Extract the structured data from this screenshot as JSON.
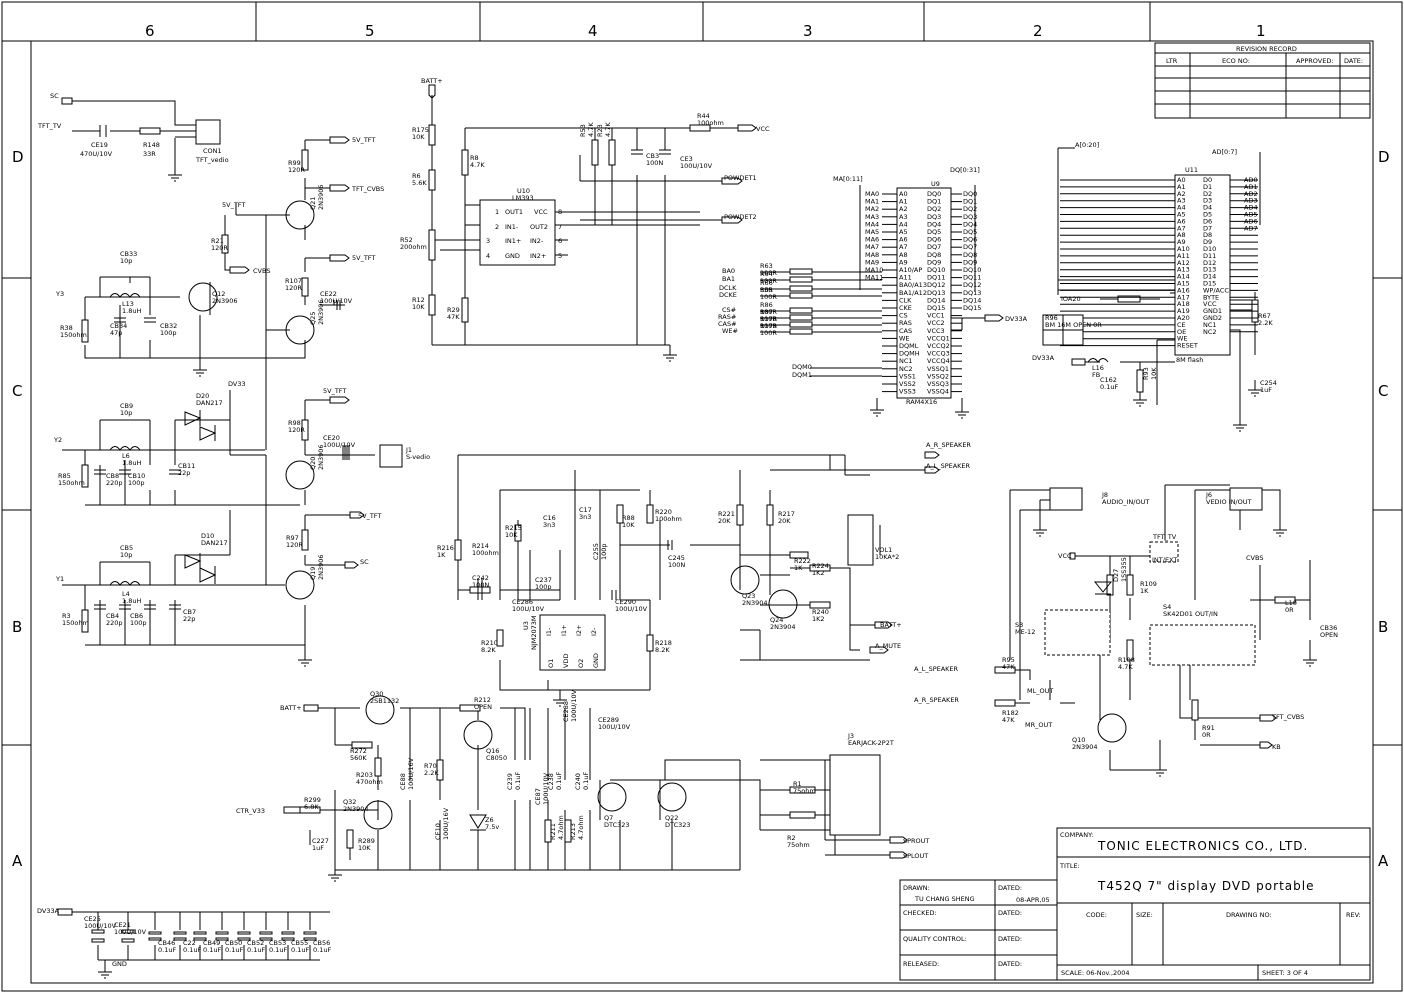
{
  "grid": {
    "columns": [
      "6",
      "5",
      "4",
      "3",
      "2",
      "1"
    ],
    "rows": [
      "D",
      "C",
      "B",
      "A"
    ]
  },
  "revision": {
    "title": "REVISION RECORD",
    "cols": [
      "LTR",
      "ECO NO:",
      "APPROVED:",
      "DATE:"
    ]
  },
  "title_block": {
    "company_label": "COMPANY:",
    "company": "TONIC ELECTRONICS CO., LTD.",
    "title_label": "TITLE:",
    "title": "T452Q   7\"  display DVD portable",
    "drawn_label": "DRAWN:",
    "drawn_by": "TU CHANG SHENG",
    "dated_label": "DATED:",
    "drawn_date": "08-APR,05",
    "checked_label": "CHECKED:",
    "qc_label": "QUALITY CONTROL:",
    "released_label": "RELEASED:",
    "code_label": "CODE:",
    "size_label": "SIZE:",
    "drawing_no_label": "DRAWING NO:",
    "rev_label": "REV:",
    "scale": "SCALE: 06-Nov.,2004",
    "sheet": "SHEET:  3   OF   4"
  },
  "ics": {
    "u10": {
      "ref": "U10",
      "part": "LM393",
      "pins": [
        "OUT1",
        "IN1-",
        "IN1+",
        "GND",
        "VCC",
        "OUT2",
        "IN2-",
        "IN2+"
      ],
      "nums": [
        "1",
        "2",
        "3",
        "4",
        "8",
        "7",
        "6",
        "5"
      ]
    },
    "u9": {
      "ref": "U9",
      "part": "RAM4X16",
      "left": [
        "A0",
        "A1",
        "A2",
        "A3",
        "A4",
        "A5",
        "A6",
        "A7",
        "A8",
        "A9",
        "A10/AP",
        "A11",
        "BA0/A13",
        "BA1/A12",
        "CLK",
        "CKE",
        "CS",
        "RAS",
        "CAS",
        "WE",
        "DQML",
        "DQMH",
        "NC1",
        "NC2",
        "VSS1",
        "VSS2",
        "VSS3"
      ],
      "right": [
        "DQ0",
        "DQ1",
        "DQ2",
        "DQ3",
        "DQ4",
        "DQ5",
        "DQ6",
        "DQ7",
        "DQ8",
        "DQ9",
        "DQ10",
        "DQ11",
        "DQ12",
        "DQ13",
        "DQ14",
        "DQ15",
        "VCC1",
        "VCC2",
        "VCC3",
        "VCCQ1",
        "VCCQ2",
        "VCCQ3",
        "VCCQ4",
        "VSSQ1",
        "VSSQ2",
        "VSSQ3",
        "VSSQ4"
      ]
    },
    "u11": {
      "ref": "U11",
      "part": "8M flash",
      "left": [
        "A0",
        "A1",
        "A2",
        "A3",
        "A4",
        "A5",
        "A6",
        "A7",
        "A8",
        "A9",
        "A10",
        "A11",
        "A12",
        "A13",
        "A14",
        "A15",
        "A16",
        "A17",
        "A18",
        "A19",
        "A20",
        "CE",
        "OE",
        "WE",
        "RESET"
      ],
      "right": [
        "D0",
        "D1",
        "D2",
        "D3",
        "D4",
        "D5",
        "D6",
        "D7",
        "D8",
        "D9",
        "D10",
        "D11",
        "D12",
        "D13",
        "D14",
        "D15",
        "WP/ACC",
        "BYTE",
        "VCC",
        "GND1",
        "GND2",
        "NC1",
        "NC2"
      ]
    },
    "u3": {
      "ref": "U3",
      "part": "NJM2073M",
      "pins": [
        "I1-",
        "I1+",
        "I2+",
        "I2-",
        "O1",
        "VDD",
        "O2",
        "GND"
      ]
    }
  },
  "buses": {
    "ma": "MA[0:11]",
    "dq": "DQ[0:31]",
    "a": "A[0:20]",
    "ad": "AD[0:7]",
    "ma_names": [
      "MA0",
      "MA1",
      "MA2",
      "MA3",
      "MA4",
      "MA5",
      "MA6",
      "MA7",
      "MA8",
      "MA9",
      "MA10",
      "MA11"
    ],
    "dq_names": [
      "DQ0",
      "DQ1",
      "DQ2",
      "DQ3",
      "DQ4",
      "DQ5",
      "DQ6",
      "DQ7",
      "DQ8",
      "DQ9",
      "DQ10",
      "DQ11",
      "DQ12",
      "DQ13",
      "DQ14",
      "DQ15"
    ],
    "ad_names": [
      "AD0",
      "AD1",
      "AD2",
      "AD3",
      "AD4",
      "AD5",
      "AD6",
      "AD7"
    ]
  },
  "nets": {
    "sc": "SC",
    "tft_tv": "TFT_TV",
    "tft_vedio": "TFT_vedio",
    "v5_tft": "5V_TFT",
    "tft_cvbs": "TFT_CVBS",
    "cvbs": "CVBS",
    "dv33": "DV33",
    "y3": "Y3",
    "y2": "Y2",
    "y1": "Y1",
    "battp": "BATT+",
    "vcc": "VCC",
    "powdet1": "POWDET1",
    "powdet2": "POWDET2",
    "dv33a": "DV33A",
    "ba0": "BA0",
    "ba1": "BA1",
    "dclk": "DCLK",
    "dcke": "DCKE",
    "cs": "CS#",
    "ras": "RAS#",
    "cas": "CAS#",
    "we": "WE#",
    "dqm0": "DQM0",
    "dqm1": "DQM1",
    "ioa20": "IOA20",
    "a_r_speaker": "A_R_SPEAKER",
    "a_l_speaker": "A_L_SPEAKER",
    "a_mute": "A_MUTE",
    "ctr_v33": "CTR_V33",
    "gnd": "GND",
    "sprout": "SPROUT",
    "splout": "SPLOUT",
    "ml_out": "ML_OUT",
    "mr_out": "MR_OUT",
    "kb": "KB",
    "cvbs2": "CVBS",
    "int_ext": "INT/EXT"
  },
  "parts": [
    {
      "ref": "CE19",
      "val": "470U/10V"
    },
    {
      "ref": "R148",
      "val": "33R"
    },
    {
      "ref": "CON1",
      "val": "TFT_vedio"
    },
    {
      "ref": "R99",
      "val": "120R"
    },
    {
      "ref": "Q21",
      "val": "2N3906"
    },
    {
      "ref": "R21",
      "val": "120R"
    },
    {
      "ref": "Q12",
      "val": "2N3906"
    },
    {
      "ref": "CB33",
      "val": "10p"
    },
    {
      "ref": "L13",
      "val": "1.8uH"
    },
    {
      "ref": "R38",
      "val": "150ohm"
    },
    {
      "ref": "CB34",
      "val": "47p"
    },
    {
      "ref": "CB32",
      "val": "100p"
    },
    {
      "ref": "R107",
      "val": "120R"
    },
    {
      "ref": "CE22",
      "val": "100U/10V"
    },
    {
      "ref": "Q25",
      "val": "2N3906"
    },
    {
      "ref": "D20",
      "val": "DAN217"
    },
    {
      "ref": "CB9",
      "val": "10p"
    },
    {
      "ref": "L6",
      "val": "1.8uH"
    },
    {
      "ref": "R85",
      "val": "150ohm"
    },
    {
      "ref": "CB8",
      "val": "220p"
    },
    {
      "ref": "CB10",
      "val": "100p"
    },
    {
      "ref": "CB11",
      "val": "22p"
    },
    {
      "ref": "R98",
      "val": "120R"
    },
    {
      "ref": "CE20",
      "val": "100U/10V"
    },
    {
      "ref": "J1",
      "val": "S-vedio"
    },
    {
      "ref": "Q20",
      "val": "2N3906"
    },
    {
      "ref": "D10",
      "val": "DAN217"
    },
    {
      "ref": "CB5",
      "val": "10p"
    },
    {
      "ref": "L4",
      "val": "1.8uH"
    },
    {
      "ref": "R3",
      "val": "150ohm"
    },
    {
      "ref": "CB4",
      "val": "220p"
    },
    {
      "ref": "CB6",
      "val": "100p"
    },
    {
      "ref": "CB7",
      "val": "22p"
    },
    {
      "ref": "R97",
      "val": "120R"
    },
    {
      "ref": "Q19",
      "val": "2N3906"
    },
    {
      "ref": "R175",
      "val": "10K"
    },
    {
      "ref": "R6",
      "val": "5.6K"
    },
    {
      "ref": "R52",
      "val": "200ohm"
    },
    {
      "ref": "R12",
      "val": "10K"
    },
    {
      "ref": "R8",
      "val": "4.7K"
    },
    {
      "ref": "R29",
      "val": "47K"
    },
    {
      "ref": "R53",
      "val": "4.7K"
    },
    {
      "ref": "R23",
      "val": "4.7K"
    },
    {
      "ref": "CB3",
      "val": "100N"
    },
    {
      "ref": "CE3",
      "val": "100U/10V"
    },
    {
      "ref": "R44",
      "val": "100ohm"
    },
    {
      "ref": "R63",
      "val": "100R"
    },
    {
      "ref": "R64",
      "val": "100R"
    },
    {
      "ref": "R66",
      "val": "33R"
    },
    {
      "ref": "R65",
      "val": "100R"
    },
    {
      "ref": "R86",
      "val": "100R"
    },
    {
      "ref": "R87",
      "val": "100R"
    },
    {
      "ref": "R178",
      "val": "100R"
    },
    {
      "ref": "R179",
      "val": "100R"
    },
    {
      "ref": "R96",
      "val": "BM 16M OPEN 0R"
    },
    {
      "ref": "L16",
      "val": "FB"
    },
    {
      "ref": "C162",
      "val": "0.1uF"
    },
    {
      "ref": "R93",
      "val": "10K"
    },
    {
      "ref": "R67",
      "val": "2.2K"
    },
    {
      "ref": "C254",
      "val": "1uF"
    },
    {
      "ref": "R216",
      "val": "1K"
    },
    {
      "ref": "C242",
      "val": "100N"
    },
    {
      "ref": "R214",
      "val": "100ohm"
    },
    {
      "ref": "R215",
      "val": "10K"
    },
    {
      "ref": "C16",
      "val": "3n3"
    },
    {
      "ref": "C237",
      "val": "100p"
    },
    {
      "ref": "CE286",
      "val": "100U/10V"
    },
    {
      "ref": "C17",
      "val": "3n3"
    },
    {
      "ref": "C255",
      "val": "100p"
    },
    {
      "ref": "CE290",
      "val": "100U/10V"
    },
    {
      "ref": "R88",
      "val": "10K"
    },
    {
      "ref": "R220",
      "val": "100ohm"
    },
    {
      "ref": "C245",
      "val": "100N"
    },
    {
      "ref": "R210",
      "val": "8.2K"
    },
    {
      "ref": "R218",
      "val": "8.2K"
    },
    {
      "ref": "R221",
      "val": "20K"
    },
    {
      "ref": "R217",
      "val": "20K"
    },
    {
      "ref": "R222",
      "val": "1K"
    },
    {
      "ref": "R224",
      "val": "1K2"
    },
    {
      "ref": "R240",
      "val": "1K2"
    },
    {
      "ref": "Q23",
      "val": "2N3904"
    },
    {
      "ref": "Q24",
      "val": "2N3904"
    },
    {
      "ref": "VOL1",
      "val": "10KA*2"
    },
    {
      "ref": "Q30",
      "val": "2SB1132"
    },
    {
      "ref": "R212",
      "val": "OPEN"
    },
    {
      "ref": "Q16",
      "val": "C8050"
    },
    {
      "ref": "R272",
      "val": "560K"
    },
    {
      "ref": "R203",
      "val": "470ohm"
    },
    {
      "ref": "CE88",
      "val": "100U/16V"
    },
    {
      "ref": "R70",
      "val": "2.2K"
    },
    {
      "ref": "CE10",
      "val": "100U/16V"
    },
    {
      "ref": "Z6",
      "val": "7.5v"
    },
    {
      "ref": "C239",
      "val": "0.1uF"
    },
    {
      "ref": "CE87",
      "val": "100U/10V"
    },
    {
      "ref": "C238",
      "val": "0.1uF"
    },
    {
      "ref": "CE289",
      "val": "100U/10V"
    },
    {
      "ref": "CE288",
      "val": "100U/10V"
    },
    {
      "ref": "C240",
      "val": "0.1uF"
    },
    {
      "ref": "R211",
      "val": "4.7ohm"
    },
    {
      "ref": "R213",
      "val": "4.7ohm"
    },
    {
      "ref": "Q7",
      "val": "DTC323"
    },
    {
      "ref": "Q22",
      "val": "DTC323"
    },
    {
      "ref": "R299",
      "val": "6.8K"
    },
    {
      "ref": "Q32",
      "val": "2N3904"
    },
    {
      "ref": "C227",
      "val": "1uF"
    },
    {
      "ref": "R289",
      "val": "10K"
    },
    {
      "ref": "J3",
      "val": "EARJACK-2P2T"
    },
    {
      "ref": "R1",
      "val": "75ohm"
    },
    {
      "ref": "R2",
      "val": "75ohm"
    },
    {
      "ref": "J8",
      "val": "AUDIO_IN/OUT"
    },
    {
      "ref": "J6",
      "val": "VEDIO IN/OUT"
    },
    {
      "ref": "D27",
      "val": "1SS355"
    },
    {
      "ref": "R109",
      "val": "1K"
    },
    {
      "ref": "S3",
      "val": "ME-12"
    },
    {
      "ref": "S4",
      "val": "SK42D01 OUT/IN"
    },
    {
      "ref": "L10",
      "val": "0R"
    },
    {
      "ref": "CB36",
      "val": "OPEN"
    },
    {
      "ref": "R95",
      "val": "47K"
    },
    {
      "ref": "R182",
      "val": "47K"
    },
    {
      "ref": "R108",
      "val": "4.7K"
    },
    {
      "ref": "R91",
      "val": "0R"
    },
    {
      "ref": "Q10",
      "val": "2N3904"
    },
    {
      "ref": "CE25",
      "val": "100U/10V"
    },
    {
      "ref": "CE21",
      "val": "100U/10V"
    },
    {
      "ref": "CB46",
      "val": "0.1uF"
    },
    {
      "ref": "C22",
      "val": "0.1uF"
    },
    {
      "ref": "CB49",
      "val": "0.1uF"
    },
    {
      "ref": "CB50",
      "val": "0.1uF"
    },
    {
      "ref": "CB52",
      "val": "0.1uF"
    },
    {
      "ref": "CB53",
      "val": "0.1uF"
    },
    {
      "ref": "CB55",
      "val": "0.1uF"
    },
    {
      "ref": "CB56",
      "val": "0.1uF"
    }
  ]
}
